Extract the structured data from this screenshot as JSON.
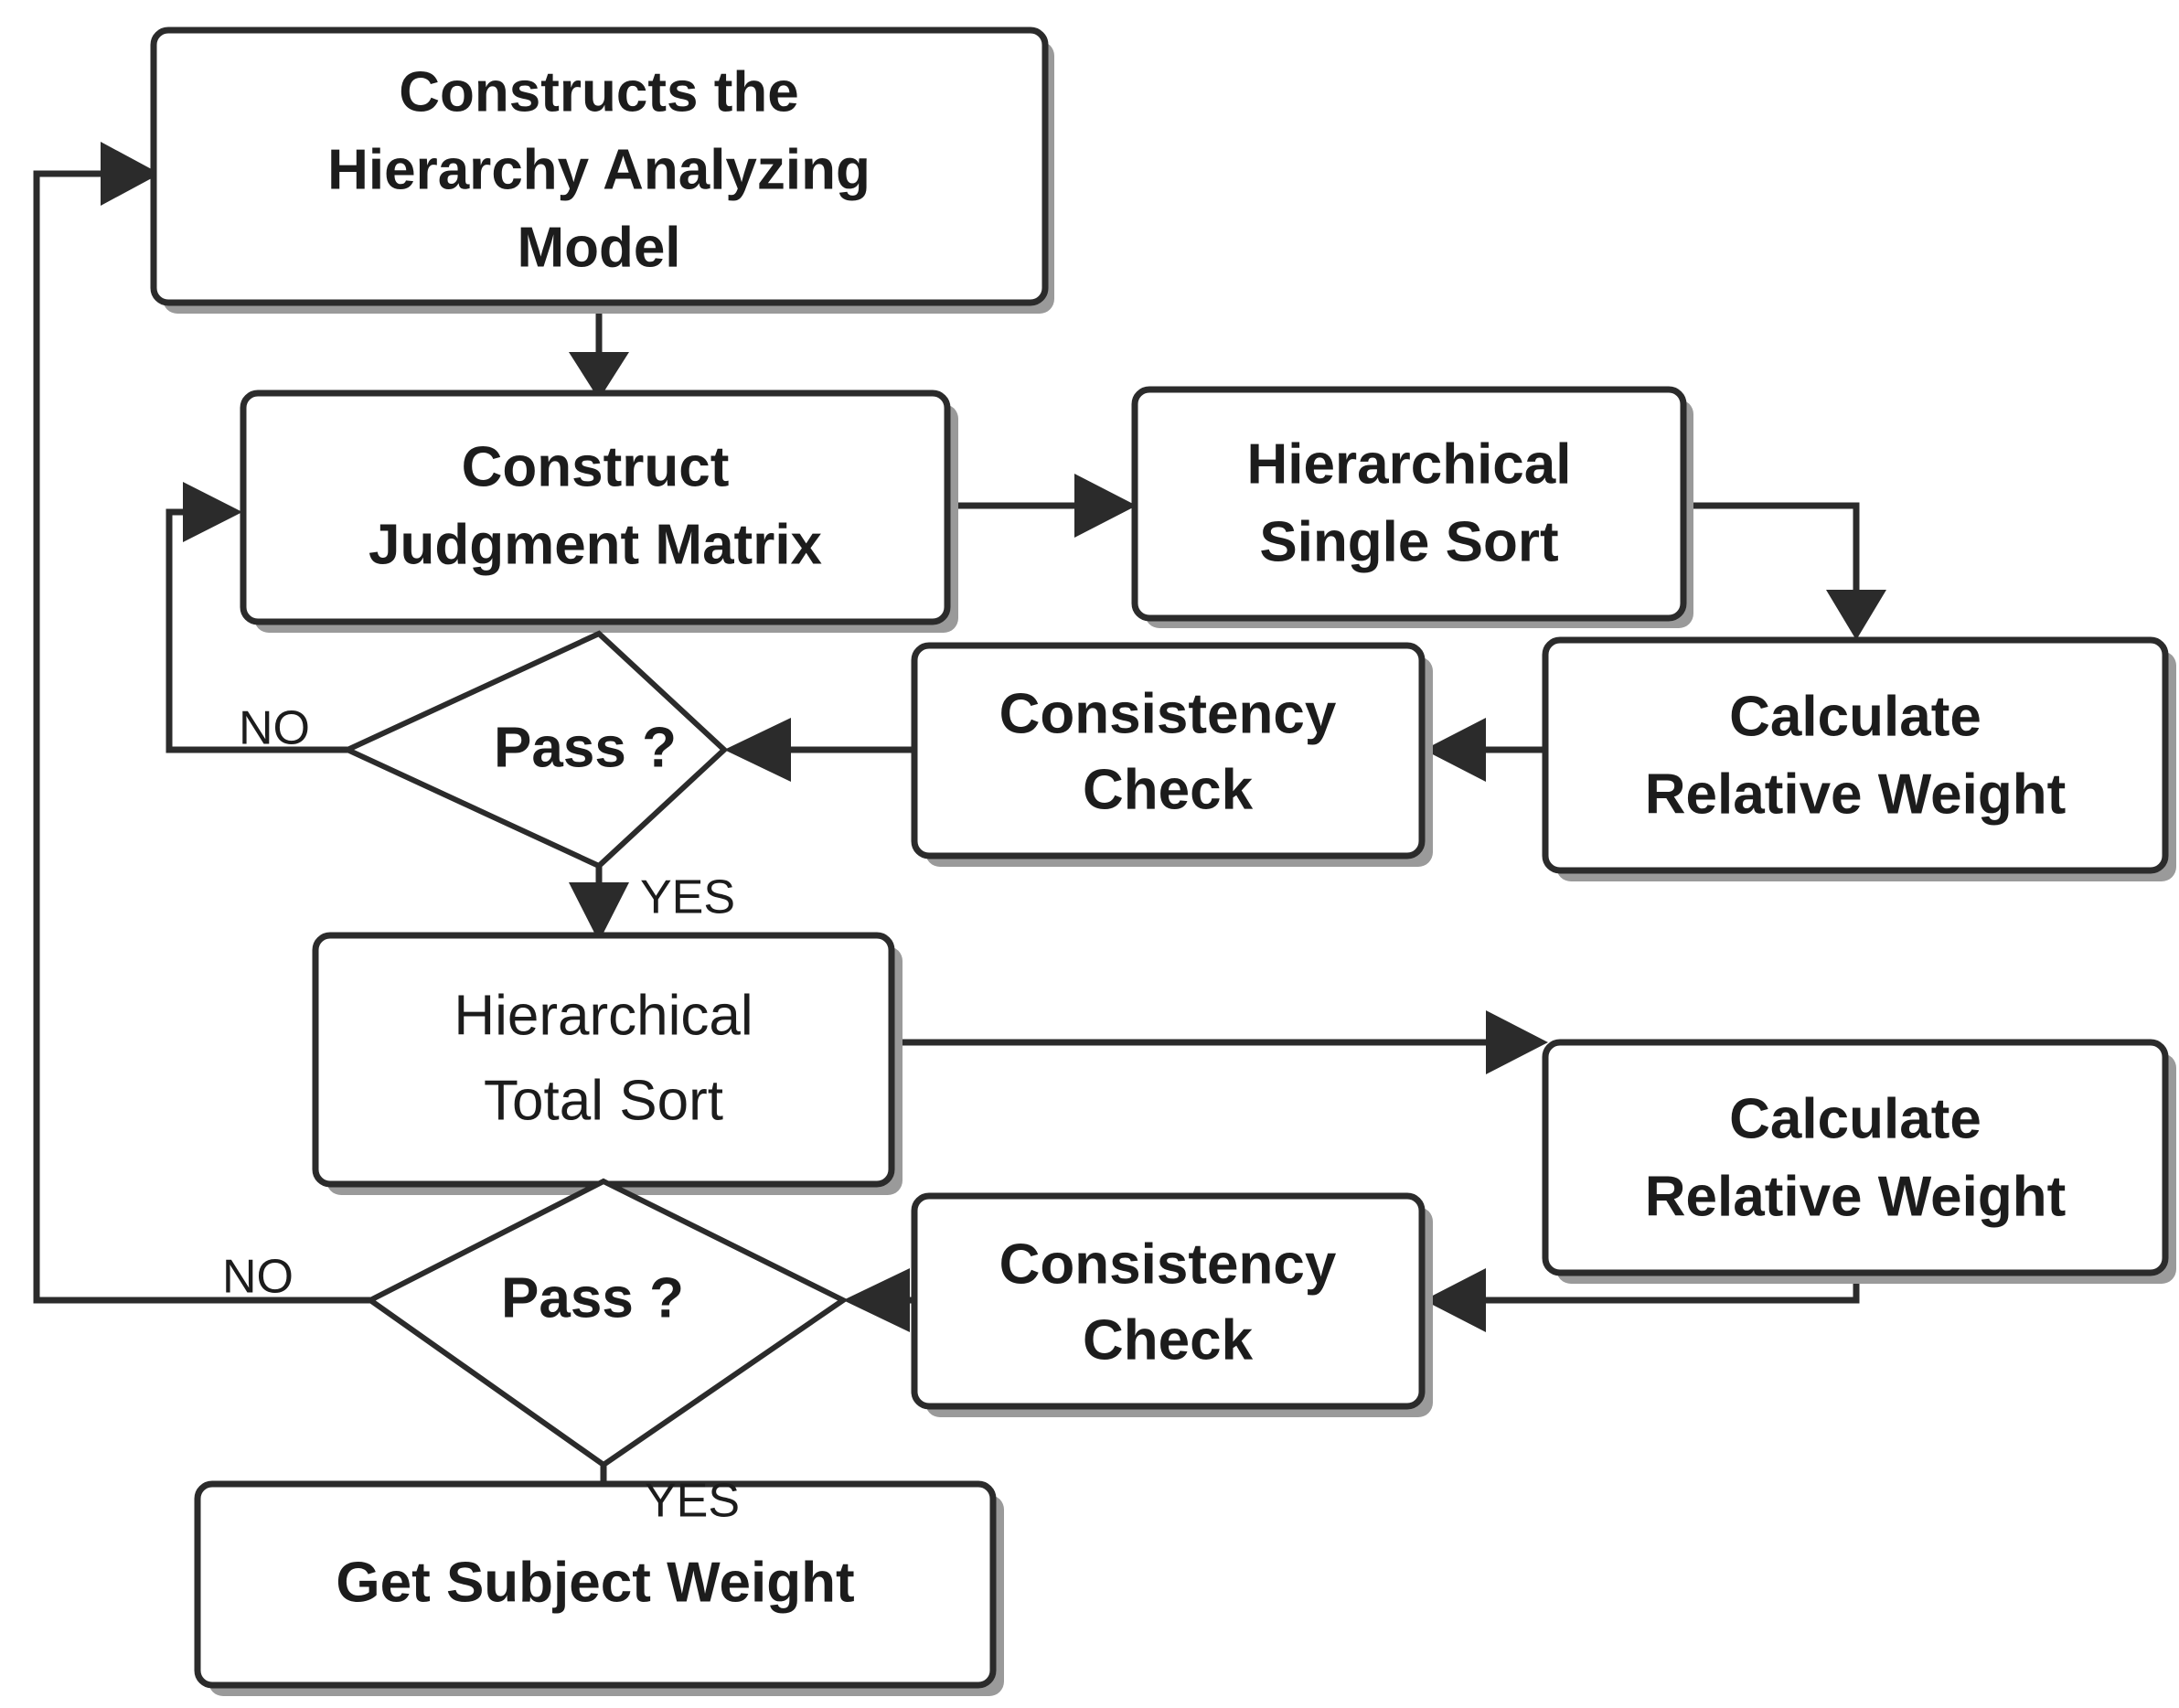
{
  "diagram": {
    "type": "flowchart",
    "title": "Analytic Hierarchy Process (AHP) Subject Weight Flowchart",
    "background_color": "#ffffff",
    "line_color": "#2b2b2b",
    "text_color": "#1c1c1c",
    "nodes": [
      {
        "id": "construct_model",
        "shape": "rectangle",
        "label": "Constructs the\nHierarchy Analyzing\nModel",
        "line1": "Constructs the",
        "line2": "Hierarchy Analyzing",
        "line3": "Model"
      },
      {
        "id": "judgment_matrix",
        "shape": "rectangle",
        "label": "Construct\nJudgment Matrix",
        "line1": "Construct",
        "line2": "Judgment Matrix"
      },
      {
        "id": "single_sort",
        "shape": "rectangle",
        "label": "Hierarchical\nSingle Sort",
        "line1": "Hierarchical",
        "line2": "Single Sort"
      },
      {
        "id": "calc_weight_upper",
        "shape": "rectangle",
        "label": "Calculate\nRelative Weight",
        "line1": "Calculate",
        "line2": "Relative Weight"
      },
      {
        "id": "consistency_upper",
        "shape": "rectangle",
        "label": "Consistency\nCheck",
        "line1": "Consistency",
        "line2": "Check"
      },
      {
        "id": "pass_upper",
        "shape": "diamond",
        "label": "Pass ?"
      },
      {
        "id": "total_sort",
        "shape": "rectangle",
        "label": "Hierarchical\nTotal Sort",
        "line1": "Hierarchical",
        "line2": "Total Sort"
      },
      {
        "id": "calc_weight_lower",
        "shape": "rectangle",
        "label": "Calculate\nRelative Weight",
        "line1": "Calculate",
        "line2": "Relative Weight"
      },
      {
        "id": "consistency_lower",
        "shape": "rectangle",
        "label": "Consistency\nCheck",
        "line1": "Consistency",
        "line2": "Check"
      },
      {
        "id": "pass_lower",
        "shape": "diamond",
        "label": "Pass ?"
      },
      {
        "id": "subject_weight",
        "shape": "rectangle",
        "label": "Get Subject Weight",
        "line1": "Get Subject Weight"
      }
    ],
    "edge_labels": {
      "no_upper": "NO",
      "yes_upper": "YES",
      "no_lower": "NO",
      "yes_lower": "YES"
    },
    "edges": [
      {
        "from": "construct_model",
        "to": "judgment_matrix",
        "label": ""
      },
      {
        "from": "judgment_matrix",
        "to": "single_sort",
        "label": ""
      },
      {
        "from": "single_sort",
        "to": "calc_weight_upper",
        "label": ""
      },
      {
        "from": "calc_weight_upper",
        "to": "consistency_upper",
        "label": ""
      },
      {
        "from": "consistency_upper",
        "to": "pass_upper",
        "label": ""
      },
      {
        "from": "pass_upper",
        "to": "judgment_matrix",
        "label": "NO"
      },
      {
        "from": "pass_upper",
        "to": "total_sort",
        "label": "YES"
      },
      {
        "from": "total_sort",
        "to": "calc_weight_lower",
        "label": ""
      },
      {
        "from": "calc_weight_lower",
        "to": "consistency_lower",
        "label": ""
      },
      {
        "from": "consistency_lower",
        "to": "pass_lower",
        "label": ""
      },
      {
        "from": "pass_lower",
        "to": "construct_model",
        "label": "NO"
      },
      {
        "from": "pass_lower",
        "to": "subject_weight",
        "label": "YES"
      }
    ]
  }
}
